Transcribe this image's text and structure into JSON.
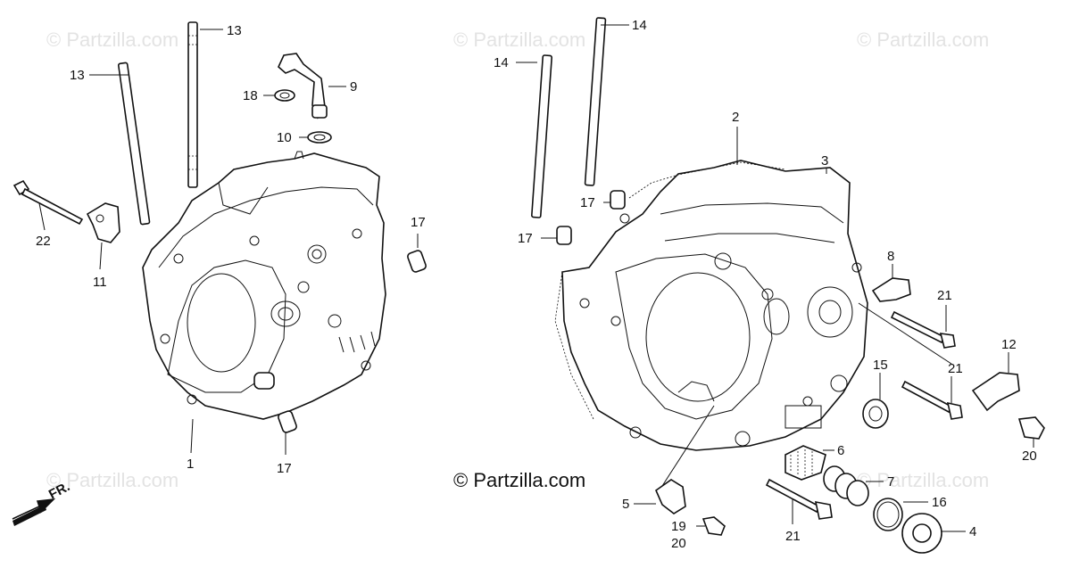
{
  "watermarks": [
    "© Partzilla.com",
    "© Partzilla.com",
    "© Partzilla.com",
    "© Partzilla.com",
    "© Partzilla.com",
    "© Partzilla.com"
  ],
  "copyright": "© Partzilla.com",
  "front_marker": "FR.",
  "callouts": {
    "c1": "1",
    "c2": "2",
    "c3": "3",
    "c4": "4",
    "c5": "5",
    "c6": "6",
    "c7": "7",
    "c8": "8",
    "c9": "9",
    "c10": "10",
    "c11": "11",
    "c12": "12",
    "c13a": "13",
    "c13b": "13",
    "c14a": "14",
    "c14b": "14",
    "c15": "15",
    "c16": "16",
    "c17a": "17",
    "c17b": "17",
    "c17c": "17",
    "c17d": "17",
    "c18": "18",
    "c19": "19",
    "c20a": "20",
    "c20b": "20",
    "c21a": "21",
    "c21b": "21",
    "c21c": "21",
    "c22": "22"
  }
}
